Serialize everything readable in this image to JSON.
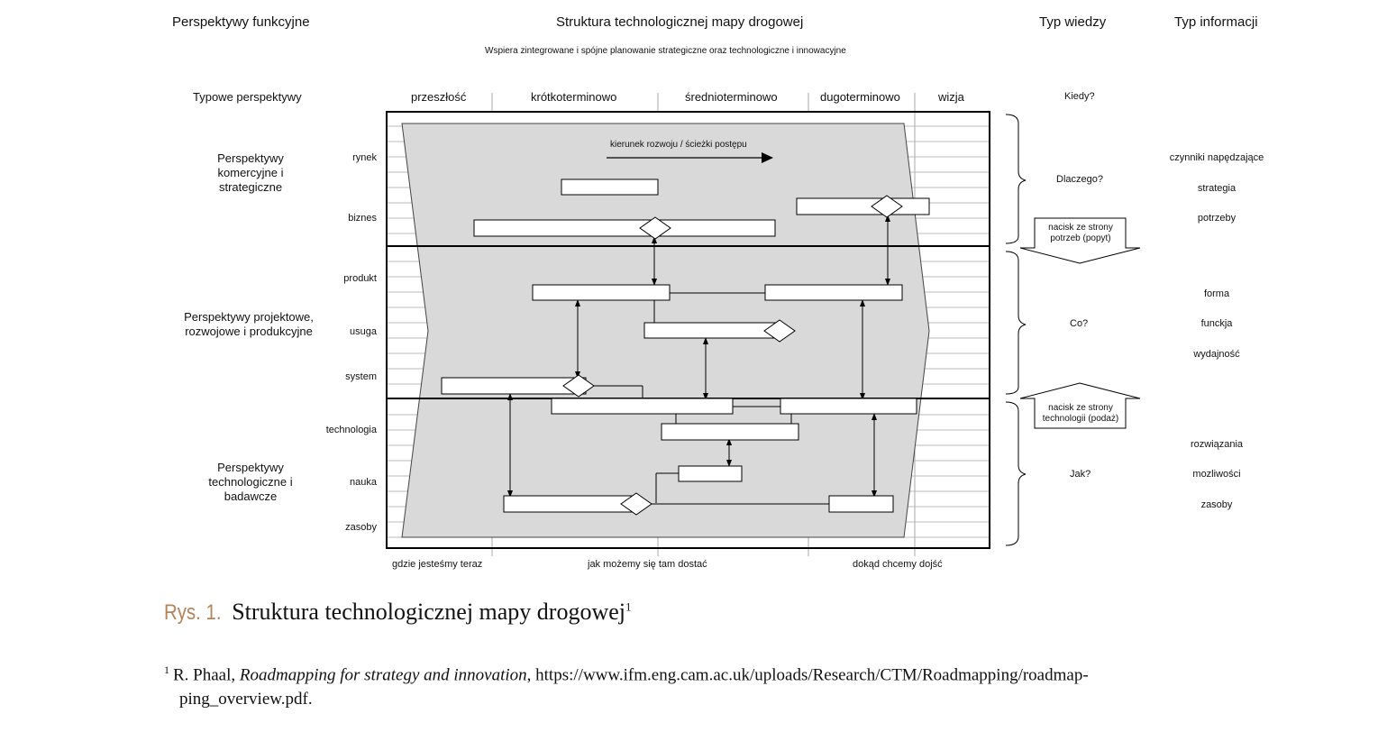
{
  "headers": {
    "left": "Perspektywy funkcyjne",
    "center": "Struktura technologicznej mapy drogowej",
    "know": "Typ wiedzy",
    "info": "Typ informacji",
    "subtitle": "Wspiera zintegrowane i spójne planowanie strategiczne oraz technologiczne i innowacyjne"
  },
  "typical": "Typowe perspektywy",
  "time_columns": [
    "przeszłość",
    "krótkoterminowo",
    "średnioterminowo",
    "dugoterminowo",
    "wizja"
  ],
  "when": "Kiedy?",
  "groups": [
    {
      "label": "Perspektywy komercyjne i strategiczne",
      "rows": [
        "rynek",
        "biznes"
      ]
    },
    {
      "label": "Perspektywy projektowe, rozwojowe i produkcyjne",
      "rows": [
        "produkt",
        "usuga",
        "system"
      ]
    },
    {
      "label": "Perspektywy technologiczne i badawcze",
      "rows": [
        "technologia",
        "nauka",
        "zasoby"
      ]
    }
  ],
  "direction_label": "kierunek rozwoju / ścieżki postępu",
  "knowledge": [
    "Dlaczego?",
    "Co?",
    "Jak?"
  ],
  "push": {
    "demand": "nacisk ze strony potrzeb (popyt)",
    "supply": "nacisk ze strony technologii (podaż)"
  },
  "info_items": {
    "why": [
      "czynniki napędzające",
      "strategia",
      "potrzeby"
    ],
    "what": [
      "forma",
      "funckja",
      "wydajność"
    ],
    "how": [
      "rozwiązania",
      "mozliwości",
      "zasoby"
    ]
  },
  "bottom": [
    "gdzie jesteśmy teraz",
    "jak możemy się tam dostać",
    "dokąd chcemy dojść"
  ],
  "caption": {
    "prefix": "Rys. 1.",
    "text": "Struktura technologicznej mapy drogowej",
    "mark": "1"
  },
  "footnote": {
    "mark": "1",
    "author": "R. Phaal, ",
    "title": "Roadmapping for strategy and innovation",
    "rest": ", https://www.ifm.eng.cam.ac.uk/uploads/Research/CTM/Roadmapping/roadmap-",
    "line2": "ping_overview.pdf."
  },
  "colors": {
    "panel": "#d9d9d9",
    "line": "#000000",
    "grid": "#bbbbbb",
    "caption_accent": "#b5835a"
  }
}
